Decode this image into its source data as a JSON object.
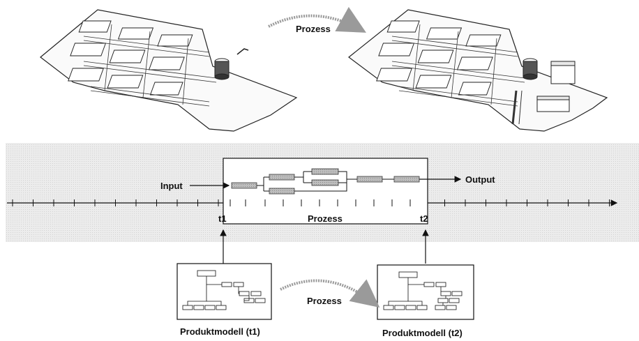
{
  "top": {
    "arrow_label": "Prozess"
  },
  "timeline": {
    "input_label": "Input",
    "output_label": "Output",
    "process_label": "Prozess",
    "t1_label": "t1",
    "t2_label": "t2"
  },
  "bottom": {
    "arrow_label": "Prozess",
    "model_t1_label": "Produktmodell (t1)",
    "model_t2_label": "Produktmodell (t2)"
  },
  "colors": {
    "band": "#e6e6e6",
    "ink": "#111111",
    "box_fill": "#b9b9b9",
    "arrow_grey": "#9a9a9a"
  }
}
